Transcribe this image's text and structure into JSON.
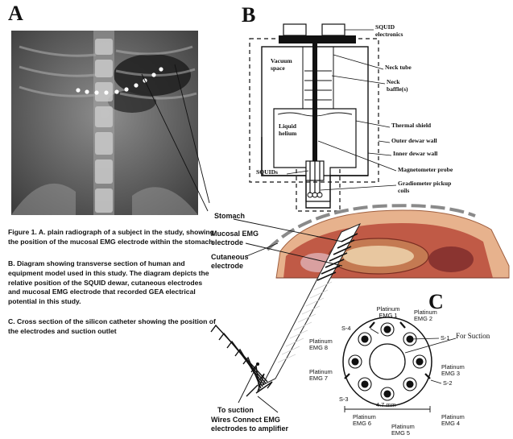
{
  "panels": {
    "a": "A",
    "b": "B",
    "c": "C"
  },
  "caption": {
    "a": "Figure 1. A. plain radiograph of a subject in the study, showing the position of the mucosal EMG electrode within the stomach.",
    "b": "B. Diagram showing transverse section of human and equipment model used in this study. The diagram depicts the relative position of the SQUID dewar, cutaneous electrodes and mucosal EMG electrode that recorded GEA electrical potential in this study.",
    "c": "C. Cross section of the silicon catheter showing the position of the electrodes and suction outlet"
  },
  "dewar": {
    "squid_electronics": "SQUID electronics",
    "vacuum_space": "Vacuum space",
    "neck_tube": "Neck tube",
    "neck_baffles": "Neck baffle(s)",
    "liquid_helium": "Liquid helium",
    "thermal_shield": "Thermal shield",
    "outer_wall": "Outer dewar wall",
    "inner_wall": "Inner dewar wall",
    "magnetometer": "Magnetometer probe",
    "gradiometer": "Gradiometer pickup coils",
    "squids": "SQUIDs"
  },
  "annotations": {
    "stomach": "Stomach",
    "mucosal": "Mucosal EMG electrode",
    "cutaneous": "Cutaneous electrode",
    "to_suction": "To suction",
    "wires": "Wires Connect EMG electrodes to amplifier"
  },
  "catheter": {
    "s4": "S-4",
    "s1": "S-1",
    "s2": "S-2",
    "s3": "S-3",
    "emg1": "Platinum EMG 1",
    "emg2": "Platinum EMG 2",
    "emg3": "Platinum EMG 3",
    "emg4": "Platinum EMG 4",
    "emg5": "Platinum EMG 5",
    "emg6": "Platinum EMG 6",
    "emg7": "Platinum EMG 7",
    "emg8": "Platinum EMG 8",
    "suction": "For Suction",
    "diameter": "4.7 mm"
  }
}
